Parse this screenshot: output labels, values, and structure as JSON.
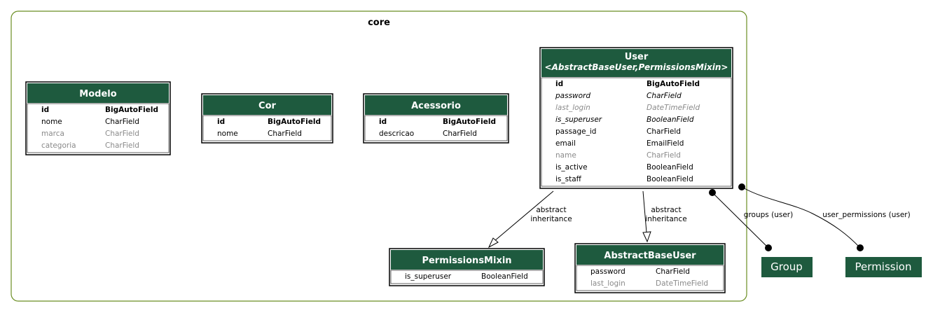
{
  "cluster": {
    "label": "core"
  },
  "models": {
    "modelo": {
      "title": "Modelo",
      "fields": [
        {
          "name": "id",
          "type": "BigAutoField",
          "style": "bold"
        },
        {
          "name": "nome",
          "type": "CharField",
          "style": "normal"
        },
        {
          "name": "marca",
          "type": "CharField",
          "style": "muted"
        },
        {
          "name": "categoria",
          "type": "CharField",
          "style": "muted"
        }
      ]
    },
    "cor": {
      "title": "Cor",
      "fields": [
        {
          "name": "id",
          "type": "BigAutoField",
          "style": "bold"
        },
        {
          "name": "nome",
          "type": "CharField",
          "style": "normal"
        }
      ]
    },
    "acessorio": {
      "title": "Acessorio",
      "fields": [
        {
          "name": "id",
          "type": "BigAutoField",
          "style": "bold"
        },
        {
          "name": "descricao",
          "type": "CharField",
          "style": "normal"
        }
      ]
    },
    "user": {
      "title": "User",
      "subtitle": "<AbstractBaseUser,PermissionsMixin>",
      "fields": [
        {
          "name": "id",
          "type": "BigAutoField",
          "style": "bold"
        },
        {
          "name": "password",
          "type": "CharField",
          "style": "italic"
        },
        {
          "name": "last_login",
          "type": "DateTimeField",
          "style": "muted-italic"
        },
        {
          "name": "is_superuser",
          "type": "BooleanField",
          "style": "italic"
        },
        {
          "name": "passage_id",
          "type": "CharField",
          "style": "normal"
        },
        {
          "name": "email",
          "type": "EmailField",
          "style": "normal"
        },
        {
          "name": "name",
          "type": "CharField",
          "style": "muted"
        },
        {
          "name": "is_active",
          "type": "BooleanField",
          "style": "normal"
        },
        {
          "name": "is_staff",
          "type": "BooleanField",
          "style": "normal"
        }
      ]
    },
    "permissions_mixin": {
      "title": "PermissionsMixin",
      "fields": [
        {
          "name": "is_superuser",
          "type": "BooleanField",
          "style": "normal"
        }
      ]
    },
    "abstract_base_user": {
      "title": "AbstractBaseUser",
      "fields": [
        {
          "name": "password",
          "type": "CharField",
          "style": "normal"
        },
        {
          "name": "last_login",
          "type": "DateTimeField",
          "style": "muted"
        }
      ]
    }
  },
  "external": {
    "group": "Group",
    "permission": "Permission"
  },
  "edges": {
    "inherit_permissions_mixin": [
      "abstract",
      "inheritance"
    ],
    "inherit_abstract_base_user": [
      "abstract",
      "inheritance"
    ],
    "groups": "groups (user)",
    "user_permissions": "user_permissions (user)"
  },
  "colors": {
    "header": "#1e5a3e",
    "cluster_border": "#6b8e23",
    "muted_text": "#8a8a8a"
  }
}
